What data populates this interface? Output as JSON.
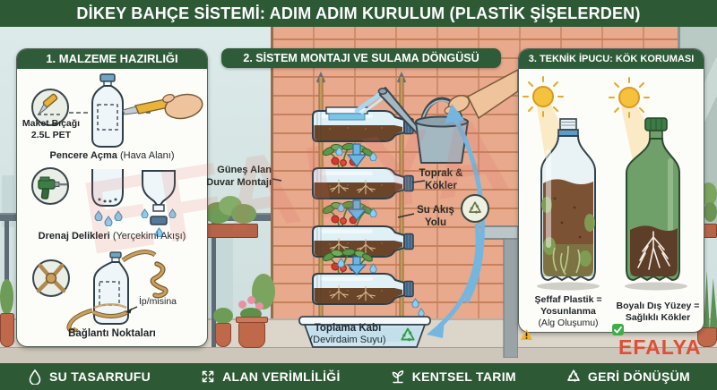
{
  "title": "DİKEY BAHÇE SİSTEMİ: ADIM ADIM KURULUM (PLASTİK ŞİŞELERDEN)",
  "watermark": "EFALYA",
  "panel1": {
    "header": "1. MALZEME HAZIRLIĞI",
    "knife_label_line1": "Maket Bıçağı",
    "knife_label_line2": "2.5L PET",
    "step1_caption_bold": "Pencere Açma",
    "step1_caption_rest": " (Hava Alanı)",
    "step2_caption_bold": "Drenaj Delikleri",
    "step2_caption_rest": " (Yerçekimi Akışı)",
    "rope_label": "İp/misina",
    "step3_caption_bold": "Bağlantı Noktaları"
  },
  "panel2": {
    "header": "2. SİSTEM MONTAJI VE SULAMA DÖNGÜSÜ",
    "wall_label_line1": "Güneş Alan",
    "wall_label_line2": "Duvar Montajı",
    "soil_label_line1": "Toprak &",
    "soil_label_line2": "Kökler",
    "flow_label_line1": "Su Akış",
    "flow_label_line2": "Yolu",
    "tray_label_line1": "Toplama Kabı",
    "tray_label_line2": "(Devirdaim Suyu)"
  },
  "panel3": {
    "header": "3. TEKNİK İPUCU: KÖK KORUMASI",
    "left_caption_line1": "Şeffaf Plastik =",
    "left_caption_line2": "Yosunlanma",
    "left_caption_line3": "(Alg Oluşumu)",
    "right_caption_line1": "Boyalı Dış Yüzey =",
    "right_caption_line2": "Sağlıklı Kökler"
  },
  "footer": {
    "items": [
      {
        "label": "SU TASARRUFU",
        "icon": "water-drop-icon"
      },
      {
        "label": "ALAN VERİMLİLİĞİ",
        "icon": "expand-arrows-icon"
      },
      {
        "label": "KENTSEL TARIM",
        "icon": "sprout-icon"
      },
      {
        "label": "GERİ DÖNÜŞÜM",
        "icon": "recycle-icon"
      }
    ]
  },
  "colors": {
    "header_green": "#2d5a35",
    "brick": "#e6a384",
    "accent_blue": "#74b6e0",
    "watermark_red": "#dd4f38",
    "check_green": "#3fae49",
    "warn_yellow": "#f4b31c"
  }
}
